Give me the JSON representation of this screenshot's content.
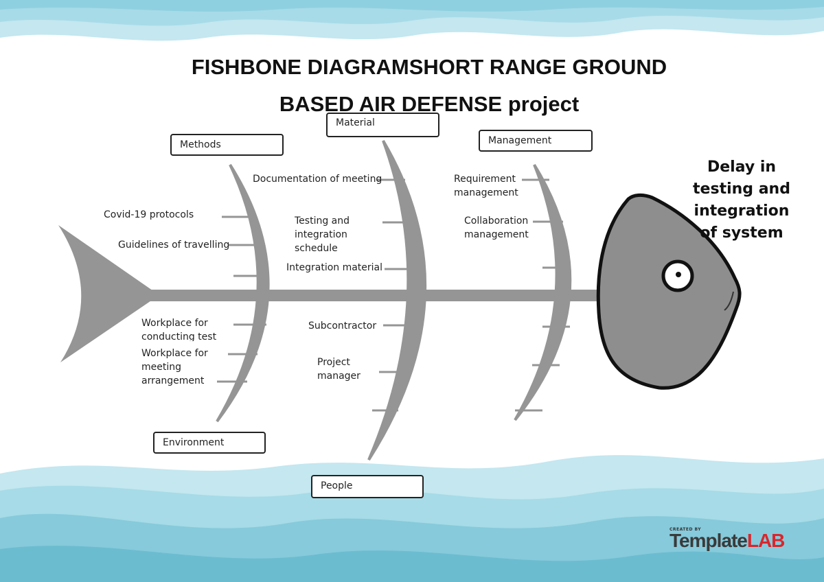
{
  "title": {
    "line1": "FISHBONE DIAGRAMSHORT RANGE GROUND",
    "line2": "BASED AIR DEFENSE project"
  },
  "effect": {
    "lines": [
      "Delay in",
      "testing and",
      "integration",
      "of system"
    ]
  },
  "categories": {
    "methods": "Methods",
    "material": "Material",
    "management": "Management",
    "environment": "Environment",
    "people": "People"
  },
  "causes": {
    "methods": [
      "Covid-19 protocols",
      "Guidelines of travelling"
    ],
    "material": [
      "Documentation of meeting",
      "Testing and",
      "integration",
      "schedule",
      "Integration material"
    ],
    "management": [
      "Requirement",
      "management",
      "Collaboration",
      "management"
    ],
    "environment": [
      "Workplace for",
      "conducting test",
      "Workplace for",
      "meeting",
      "arrangement"
    ],
    "people": [
      "Subcontractor",
      "Project",
      "manager"
    ]
  },
  "branding": {
    "created_by": "CREATED BY",
    "logo_part1": "Template",
    "logo_part2": "LAB"
  },
  "colors": {
    "bone": "#959595",
    "fish_head": "#8e8e8e",
    "wave_light": "#c4e7f0",
    "wave_mid": "#9fd6e4",
    "wave_dark": "#72c0d3"
  }
}
